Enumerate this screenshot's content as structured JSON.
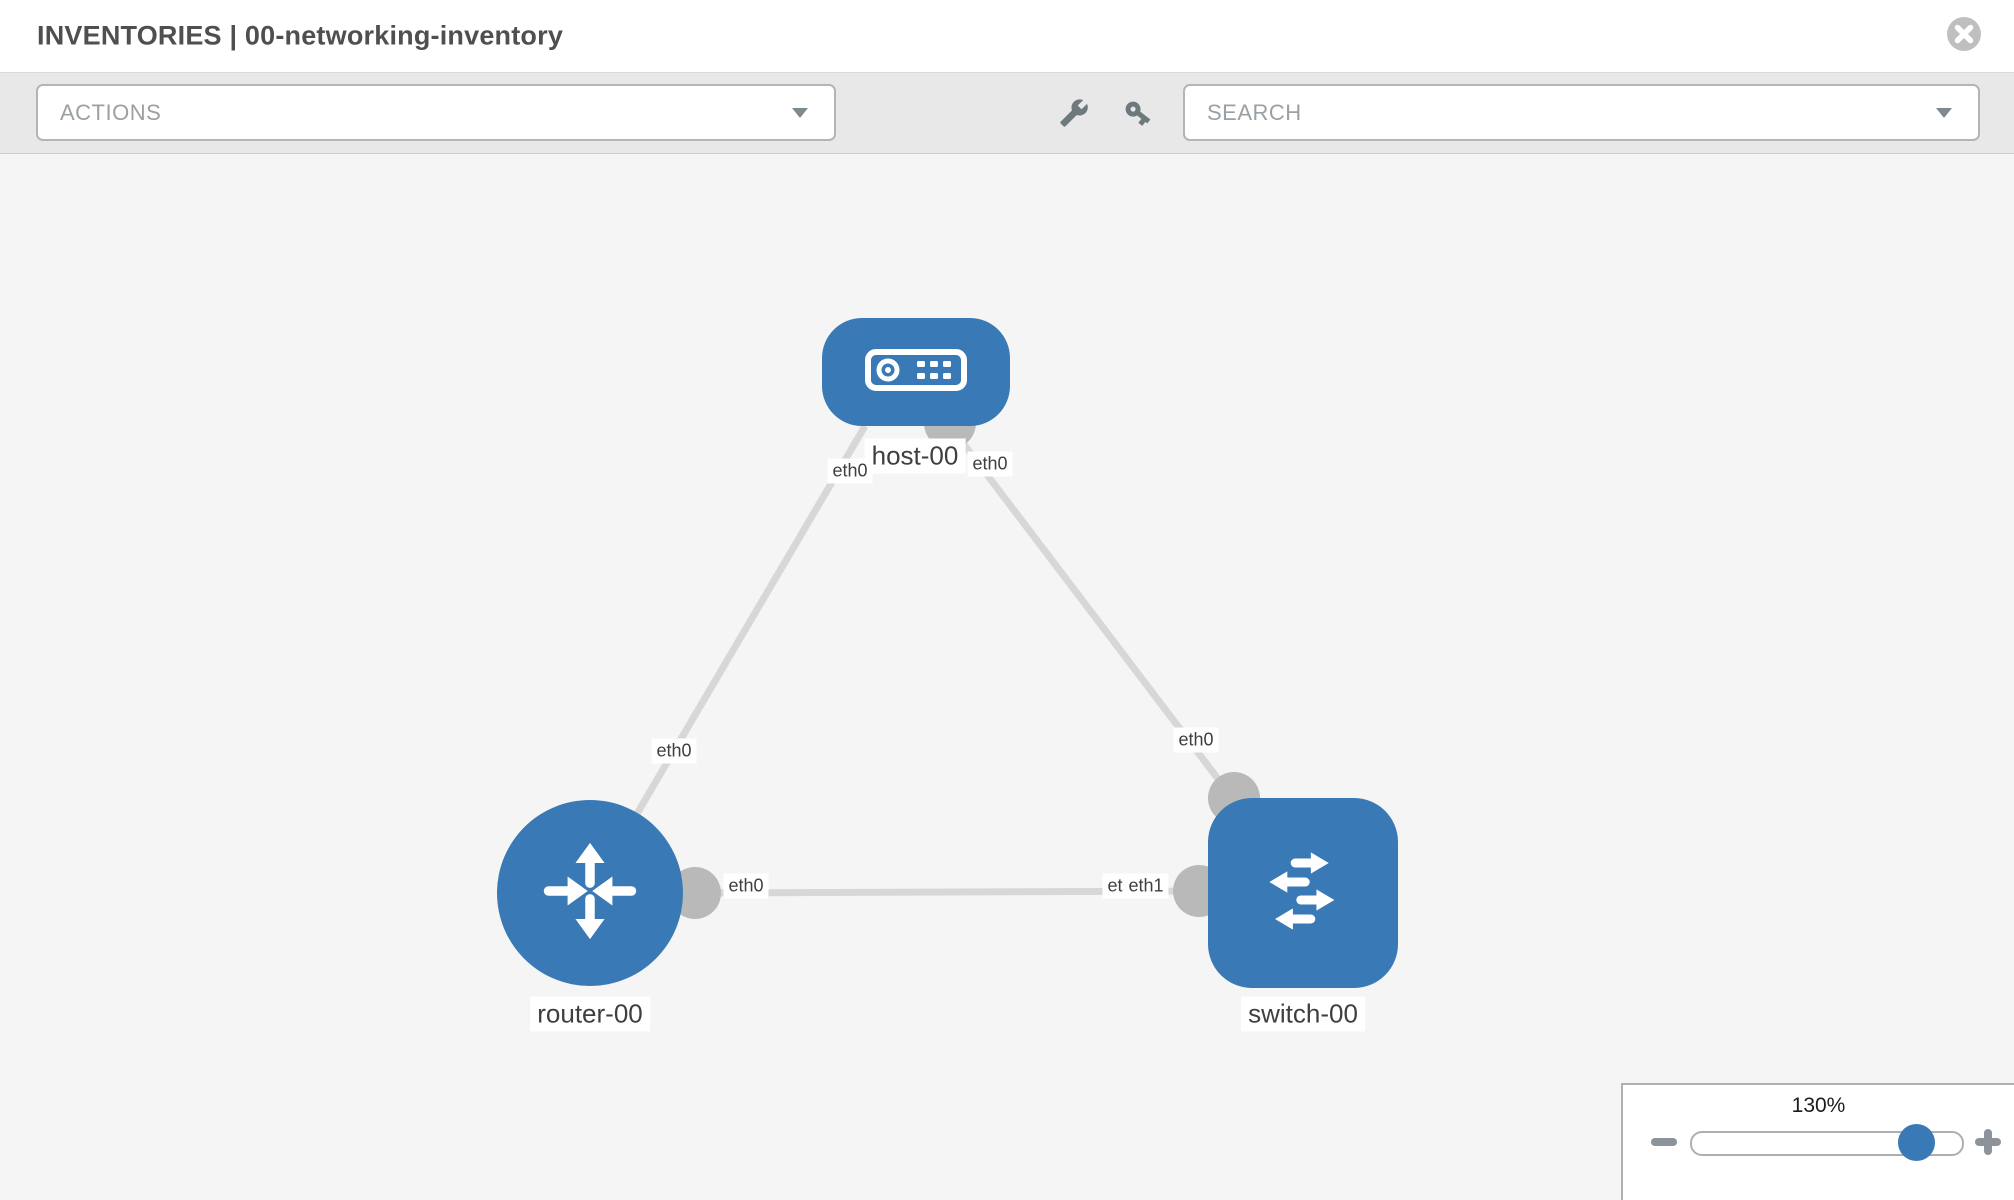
{
  "window": {
    "title": "INVENTORIES | 00-networking-inventory"
  },
  "toolbar": {
    "actions_label": "ACTIONS",
    "search_placeholder": "SEARCH",
    "icons": [
      "wrench-icon",
      "key-icon"
    ]
  },
  "topology": {
    "nodes": [
      {
        "name": "host-00",
        "type": "host",
        "icon": "server-icon",
        "shape": "rounded-rect"
      },
      {
        "name": "router-00",
        "type": "router",
        "icon": "router-arrows-icon",
        "shape": "circle"
      },
      {
        "name": "switch-00",
        "type": "switch",
        "icon": "switch-arrows-icon",
        "shape": "rounded-square"
      }
    ],
    "links": [
      {
        "source": "host-00",
        "source_interface": "eth0",
        "target": "router-00",
        "target_interface": "eth0"
      },
      {
        "source": "host-00",
        "source_interface": "eth0",
        "target": "switch-00",
        "target_interface": "eth0"
      },
      {
        "source": "router-00",
        "source_interface": "eth0",
        "target": "switch-00",
        "target_interface": "eth1"
      }
    ],
    "overlapped_label": "eth0"
  },
  "zoom": {
    "level": "130%"
  },
  "colors": {
    "node_fill": "#3879b6",
    "link_gray": "#d7d7d7",
    "port_bubble_gray": "#b9b9b9",
    "toolbar_bg": "#e8e8e8",
    "canvas_bg": "#f5f5f5",
    "accent_blue": "#3879b6"
  }
}
